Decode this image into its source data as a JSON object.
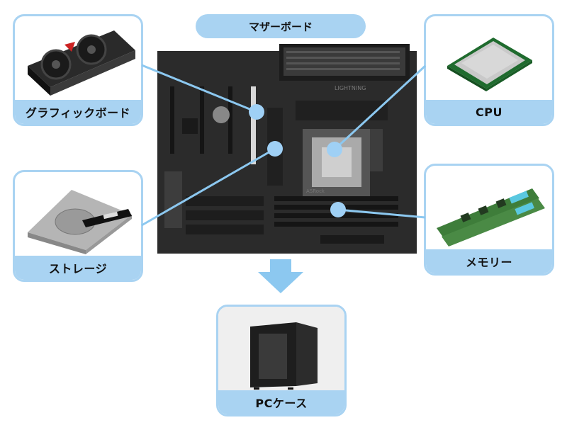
{
  "diagram": {
    "title": "マザーボード",
    "components": {
      "gpu": {
        "label": "グラフィックボード",
        "icon": "graphics-card-photo"
      },
      "cpu": {
        "label": "CPU",
        "icon": "cpu-photo"
      },
      "storage": {
        "label": "ストレージ",
        "icon": "hdd-ssd-photo"
      },
      "memory": {
        "label": "メモリー",
        "icon": "ram-modules-photo"
      },
      "case": {
        "label": "PCケース",
        "icon": "pc-case-photo"
      }
    },
    "motherboard": {
      "icon": "motherboard-photo",
      "brand_text": "LIGHTNING",
      "maker_text": "ASRock"
    },
    "colors": {
      "accent": "#a9d3f2",
      "connector": "#8cc8f0",
      "dot": "#9fd0f5",
      "arrow": "#8cc8f0",
      "board": "#2b2b2b"
    }
  }
}
